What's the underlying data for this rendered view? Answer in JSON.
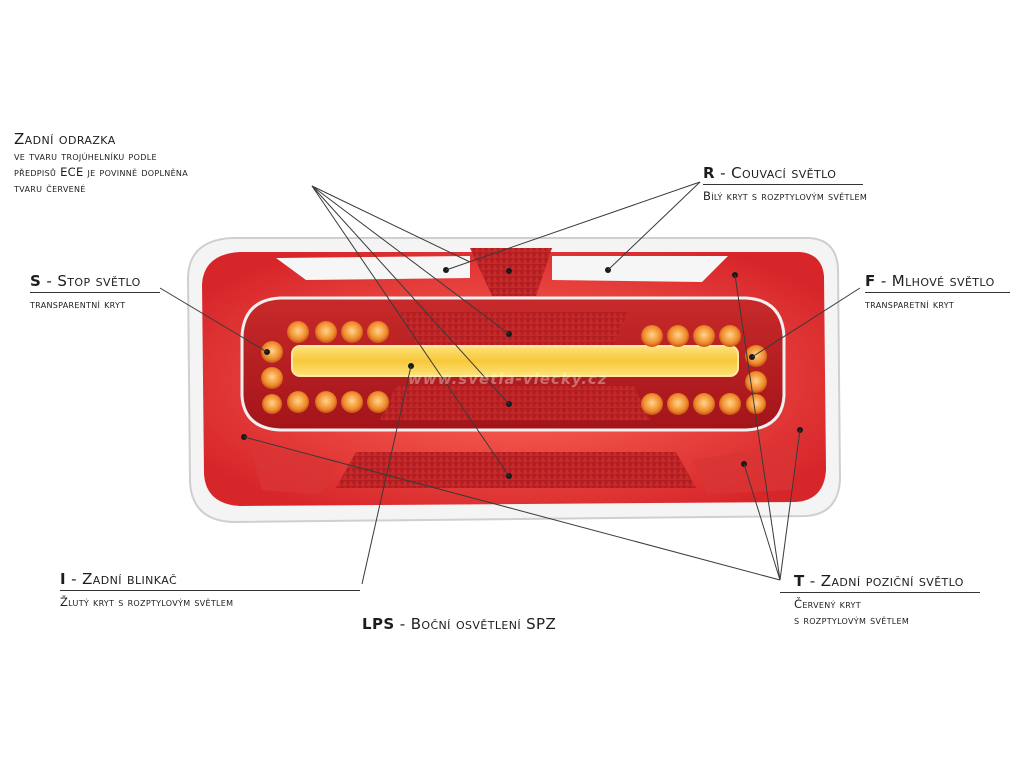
{
  "diagram": {
    "labels": {
      "reflector": {
        "title": "Zadní odrazka",
        "lines": [
          "ve tvaru trojúhelníku podle",
          "předpisů ECE je povinně doplněna",
          "tvaru červené"
        ]
      },
      "reverse": {
        "code": "R",
        "title": " - Couvací světlo",
        "lines": [
          "Bílý kryt s rozptylovým světlem"
        ]
      },
      "stop": {
        "code": "S",
        "title": " - Stop světlo",
        "lines": [
          "transparentní kryt"
        ]
      },
      "fog": {
        "code": "F",
        "title": " - Mlhové světlo",
        "lines": [
          "transparetní kryt"
        ]
      },
      "indicator": {
        "code": "I",
        "title": " - Zadní blinkač",
        "lines": [
          "Žlutý kryt s rozptylovým světlem"
        ]
      },
      "plate": {
        "code": "LPS",
        "title": " - Boční osvětlení SPZ"
      },
      "position": {
        "code": "T",
        "title": " - Zadní poziční světlo",
        "lines": [
          "Červený kryt",
          "s rozptylovým světlem"
        ]
      }
    },
    "watermark": "www.svetla-vlecky.cz",
    "colors": {
      "housing": "#e83a3a",
      "lens_dark": "#b3161c",
      "indicator_led": "#f59a2e",
      "light_bar": "#f8d44a",
      "chrome": "#d9d9d9",
      "leader": "#3a3a3a"
    }
  }
}
